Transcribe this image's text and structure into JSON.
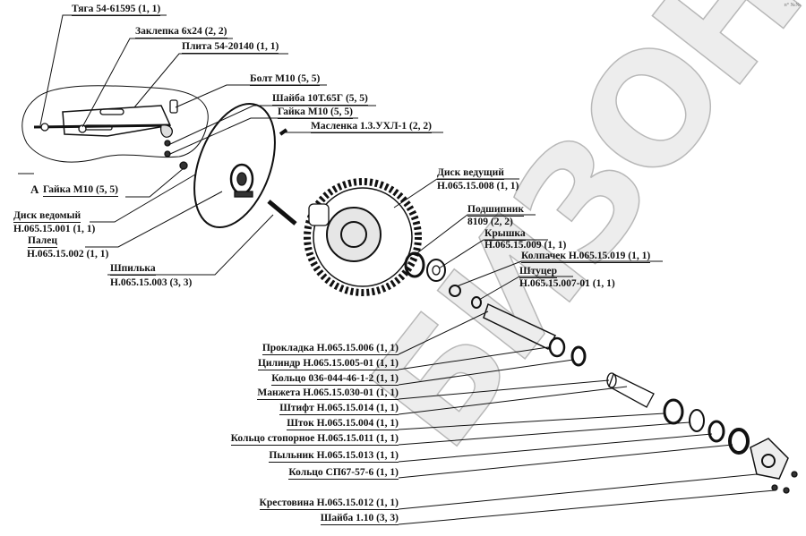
{
  "corner_mark": "п° №№",
  "watermark": "БИЗОН",
  "callout_letter": "А",
  "labels": {
    "tyaga": "Тяга 54-61595 (1, 1)",
    "zaklepka": "Заклепка 6х24 (2, 2)",
    "plita": "Плита 54-20140 (1, 1)",
    "bolt": "Болт М10 (5, 5)",
    "shaiba10t": "Шайба 10Т.65Г (5, 5)",
    "gaika_top": "Гайка М10 (5, 5)",
    "maslenka": "Масленка 1.3.УХЛ-1 (2, 2)",
    "gaika_left": "Гайка М10 (5, 5)",
    "disk_vedomyi_name": "Диск ведомый",
    "disk_vedomyi_code": "Н.065.15.001 (1, 1)",
    "palets_name": "Палец",
    "palets_code": "Н.065.15.002 (1, 1)",
    "shpilka_name": "Шпилька",
    "shpilka_code": "Н.065.15.003 (3, 3)",
    "disk_vedushchii_name": "Диск ведущий",
    "disk_vedushchii_code": "Н.065.15.008 (1, 1)",
    "podshipnik_name": "Подшипник",
    "podshipnik_code": "8109 (2, 2)",
    "kryshka_name": "Крышка",
    "kryshka_code": "Н.065.15.009 (1, 1)",
    "kolpachek": "Колпачек Н.065.15.019 (1, 1)",
    "shtutser_name": "Штуцер",
    "shtutser_code": "Н.065.15.007-01 (1, 1)"
  },
  "bottom_list": [
    "Прокладка Н.065.15.006 (1, 1)",
    "Цилиндр Н.065.15.005-01 (1, 1)",
    "Кольцо 036-044-46-1-2 (1, 1)",
    "Манжета Н.065.15.030-01 (1, 1)",
    "Штифт Н.065.15.014 (1, 1)",
    "Шток Н.065.15.004 (1, 1)",
    "Кольцо стопорное Н.065.15.011 (1, 1)",
    "Пыльник Н.065.15.013 (1, 1)",
    "Кольцо СП67-57-6 (1, 1)",
    "Крестовина Н.065.15.012 (1, 1)",
    "Шайба 1.10 (3, 3)"
  ]
}
